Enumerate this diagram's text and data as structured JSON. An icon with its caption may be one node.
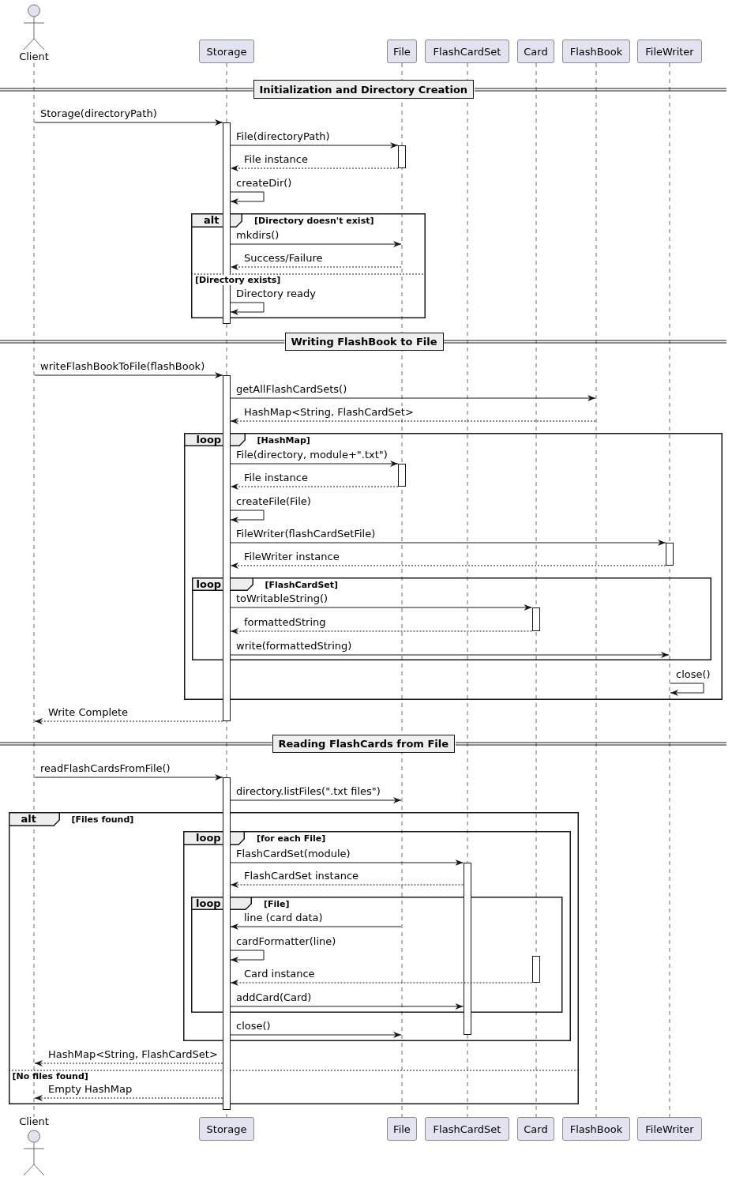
{
  "diagram": {
    "nodes": [
      {
        "text": [
          "Client"
        ]
      },
      {
        "text": [
          "Storage"
        ]
      },
      {
        "text": [
          "File"
        ]
      },
      {
        "text": [
          "FlashCardSet"
        ]
      },
      {
        "text": [
          "Card"
        ]
      },
      {
        "text": [
          "FlashBook"
        ]
      },
      {
        "text": [
          "FileWriter"
        ]
      },
      {
        "text": [],
        "shape": "line"
      },
      {
        "text": [],
        "shape": "line"
      },
      {
        "text": [],
        "shape": "line"
      },
      {
        "text": [],
        "shape": "line"
      },
      {
        "text": [],
        "shape": "line"
      },
      {
        "text": [],
        "shape": "line"
      },
      {
        "text": [],
        "shape": "line"
      },
      {
        "text": [
          "Initialization and Directory Creation"
        ]
      },
      {
        "text": [],
        "shape": "bar"
      },
      {
        "text": [],
        "shape": "bar"
      },
      {
        "text": [
          "[Directory doesn't exist]",
          "[Directory exists]"
        ]
      },
      {
        "text": [
          "alt"
        ],
        "in": 17
      },
      {
        "text": [
          "Writing FlashBook to File"
        ]
      },
      {
        "text": [],
        "shape": "bar"
      },
      {
        "text": [
          "[HashMap]"
        ]
      },
      {
        "text": [
          "loop"
        ],
        "in": 21
      },
      {
        "text": [],
        "shape": "bar",
        "in": 21
      },
      {
        "text": [],
        "shape": "bar",
        "in": 21
      },
      {
        "text": [
          "[FlashCardSet]"
        ],
        "in": 21
      },
      {
        "text": [
          "loop"
        ],
        "in": 25
      },
      {
        "text": [],
        "shape": "bar",
        "in": 25
      },
      {
        "text": [
          "Reading FlashCards from File"
        ]
      },
      {
        "text": [],
        "shape": "bar"
      },
      {
        "text": [
          "[Files found]",
          "[No files found]"
        ]
      },
      {
        "text": [
          "alt"
        ],
        "in": 30
      },
      {
        "text": [
          "[for each File]"
        ],
        "in": 30
      },
      {
        "text": [
          "loop"
        ],
        "in": 32
      },
      {
        "text": [],
        "shape": "bar",
        "in": 32
      },
      {
        "text": [
          "[File]"
        ],
        "in": 32
      },
      {
        "text": [
          "loop"
        ],
        "in": 35
      },
      {
        "text": [],
        "shape": "bar",
        "in": 35
      },
      {
        "text": [
          "Client"
        ]
      },
      {
        "text": [
          "Storage"
        ]
      },
      {
        "text": [
          "File"
        ]
      },
      {
        "text": [
          "FlashCardSet"
        ]
      },
      {
        "text": [
          "Card"
        ]
      },
      {
        "text": [
          "FlashBook"
        ]
      },
      {
        "text": [
          "FileWriter"
        ]
      }
    ],
    "edges": [
      {
        "from": 7,
        "to": 15,
        "arrow": "to",
        "label": "Storage(directoryPath)"
      },
      {
        "from": 15,
        "to": 16,
        "arrow": "to",
        "label": "File(directoryPath)"
      },
      {
        "from": 16,
        "to": 15,
        "arrow": "to",
        "label": "File instance",
        "style": "dashed"
      },
      {
        "from": 15,
        "to": 15,
        "arrow": "to",
        "label": "createDir()"
      },
      {
        "from": 15,
        "to": 9,
        "arrow": "to",
        "label": "mkdirs()"
      },
      {
        "from": 9,
        "to": 15,
        "arrow": "to",
        "label": "Success/Failure",
        "style": "dashed"
      },
      {
        "from": 15,
        "to": 15,
        "arrow": "to",
        "label": "Directory ready"
      },
      {
        "from": 7,
        "to": 20,
        "arrow": "to",
        "label": "writeFlashBookToFile(flashBook)"
      },
      {
        "from": 20,
        "to": 12,
        "arrow": "to",
        "label": "getAllFlashCardSets()"
      },
      {
        "from": 12,
        "to": 20,
        "arrow": "to",
        "label": "HashMap<String, FlashCardSet>",
        "style": "dashed"
      },
      {
        "from": 20,
        "to": 23,
        "arrow": "to",
        "label": "File(directory, module+\".txt\")"
      },
      {
        "from": 23,
        "to": 20,
        "arrow": "to",
        "label": "File instance",
        "style": "dashed"
      },
      {
        "from": 20,
        "to": 20,
        "arrow": "to",
        "label": "createFile(File)"
      },
      {
        "from": 20,
        "to": 24,
        "arrow": "to",
        "label": "FileWriter(flashCardSetFile)"
      },
      {
        "from": 24,
        "to": 20,
        "arrow": "to",
        "label": "FileWriter instance",
        "style": "dashed"
      },
      {
        "from": 20,
        "to": 27,
        "arrow": "to",
        "label": "toWritableString()"
      },
      {
        "from": 27,
        "to": 20,
        "arrow": "to",
        "label": "formattedString",
        "style": "dashed"
      },
      {
        "from": 20,
        "to": 13,
        "arrow": "to",
        "label": "write(formattedString)"
      },
      {
        "from": 13,
        "to": 13,
        "arrow": "to",
        "label": "close()"
      },
      {
        "from": 20,
        "to": 7,
        "arrow": "to",
        "label": "Write Complete",
        "style": "dashed"
      },
      {
        "from": 7,
        "to": 29,
        "arrow": "to",
        "label": "readFlashCardsFromFile()"
      },
      {
        "from": 29,
        "to": 9,
        "arrow": "to",
        "label": "directory.listFiles(\".txt files\")"
      },
      {
        "from": 29,
        "to": 34,
        "arrow": "to",
        "label": "FlashCardSet(module)"
      },
      {
        "from": 34,
        "to": 29,
        "arrow": "to",
        "label": "FlashCardSet instance",
        "style": "dashed"
      },
      {
        "from": 9,
        "to": 29,
        "arrow": "to",
        "label": "line (card data)"
      },
      {
        "from": 29,
        "to": 29,
        "arrow": "to",
        "label": "cardFormatter(line)"
      },
      {
        "from": 37,
        "to": 29,
        "arrow": "to",
        "label": "Card instance",
        "style": "dashed"
      },
      {
        "from": 29,
        "to": 34,
        "arrow": "to",
        "label": "addCard(Card)"
      },
      {
        "from": 29,
        "to": 9,
        "arrow": "to",
        "label": "close()"
      },
      {
        "from": 29,
        "to": 7,
        "arrow": "to",
        "label": "HashMap<String, FlashCardSet>",
        "style": "dashed"
      },
      {
        "from": 29,
        "to": 7,
        "arrow": "to",
        "label": "Empty HashMap",
        "style": "dashed"
      }
    ]
  }
}
